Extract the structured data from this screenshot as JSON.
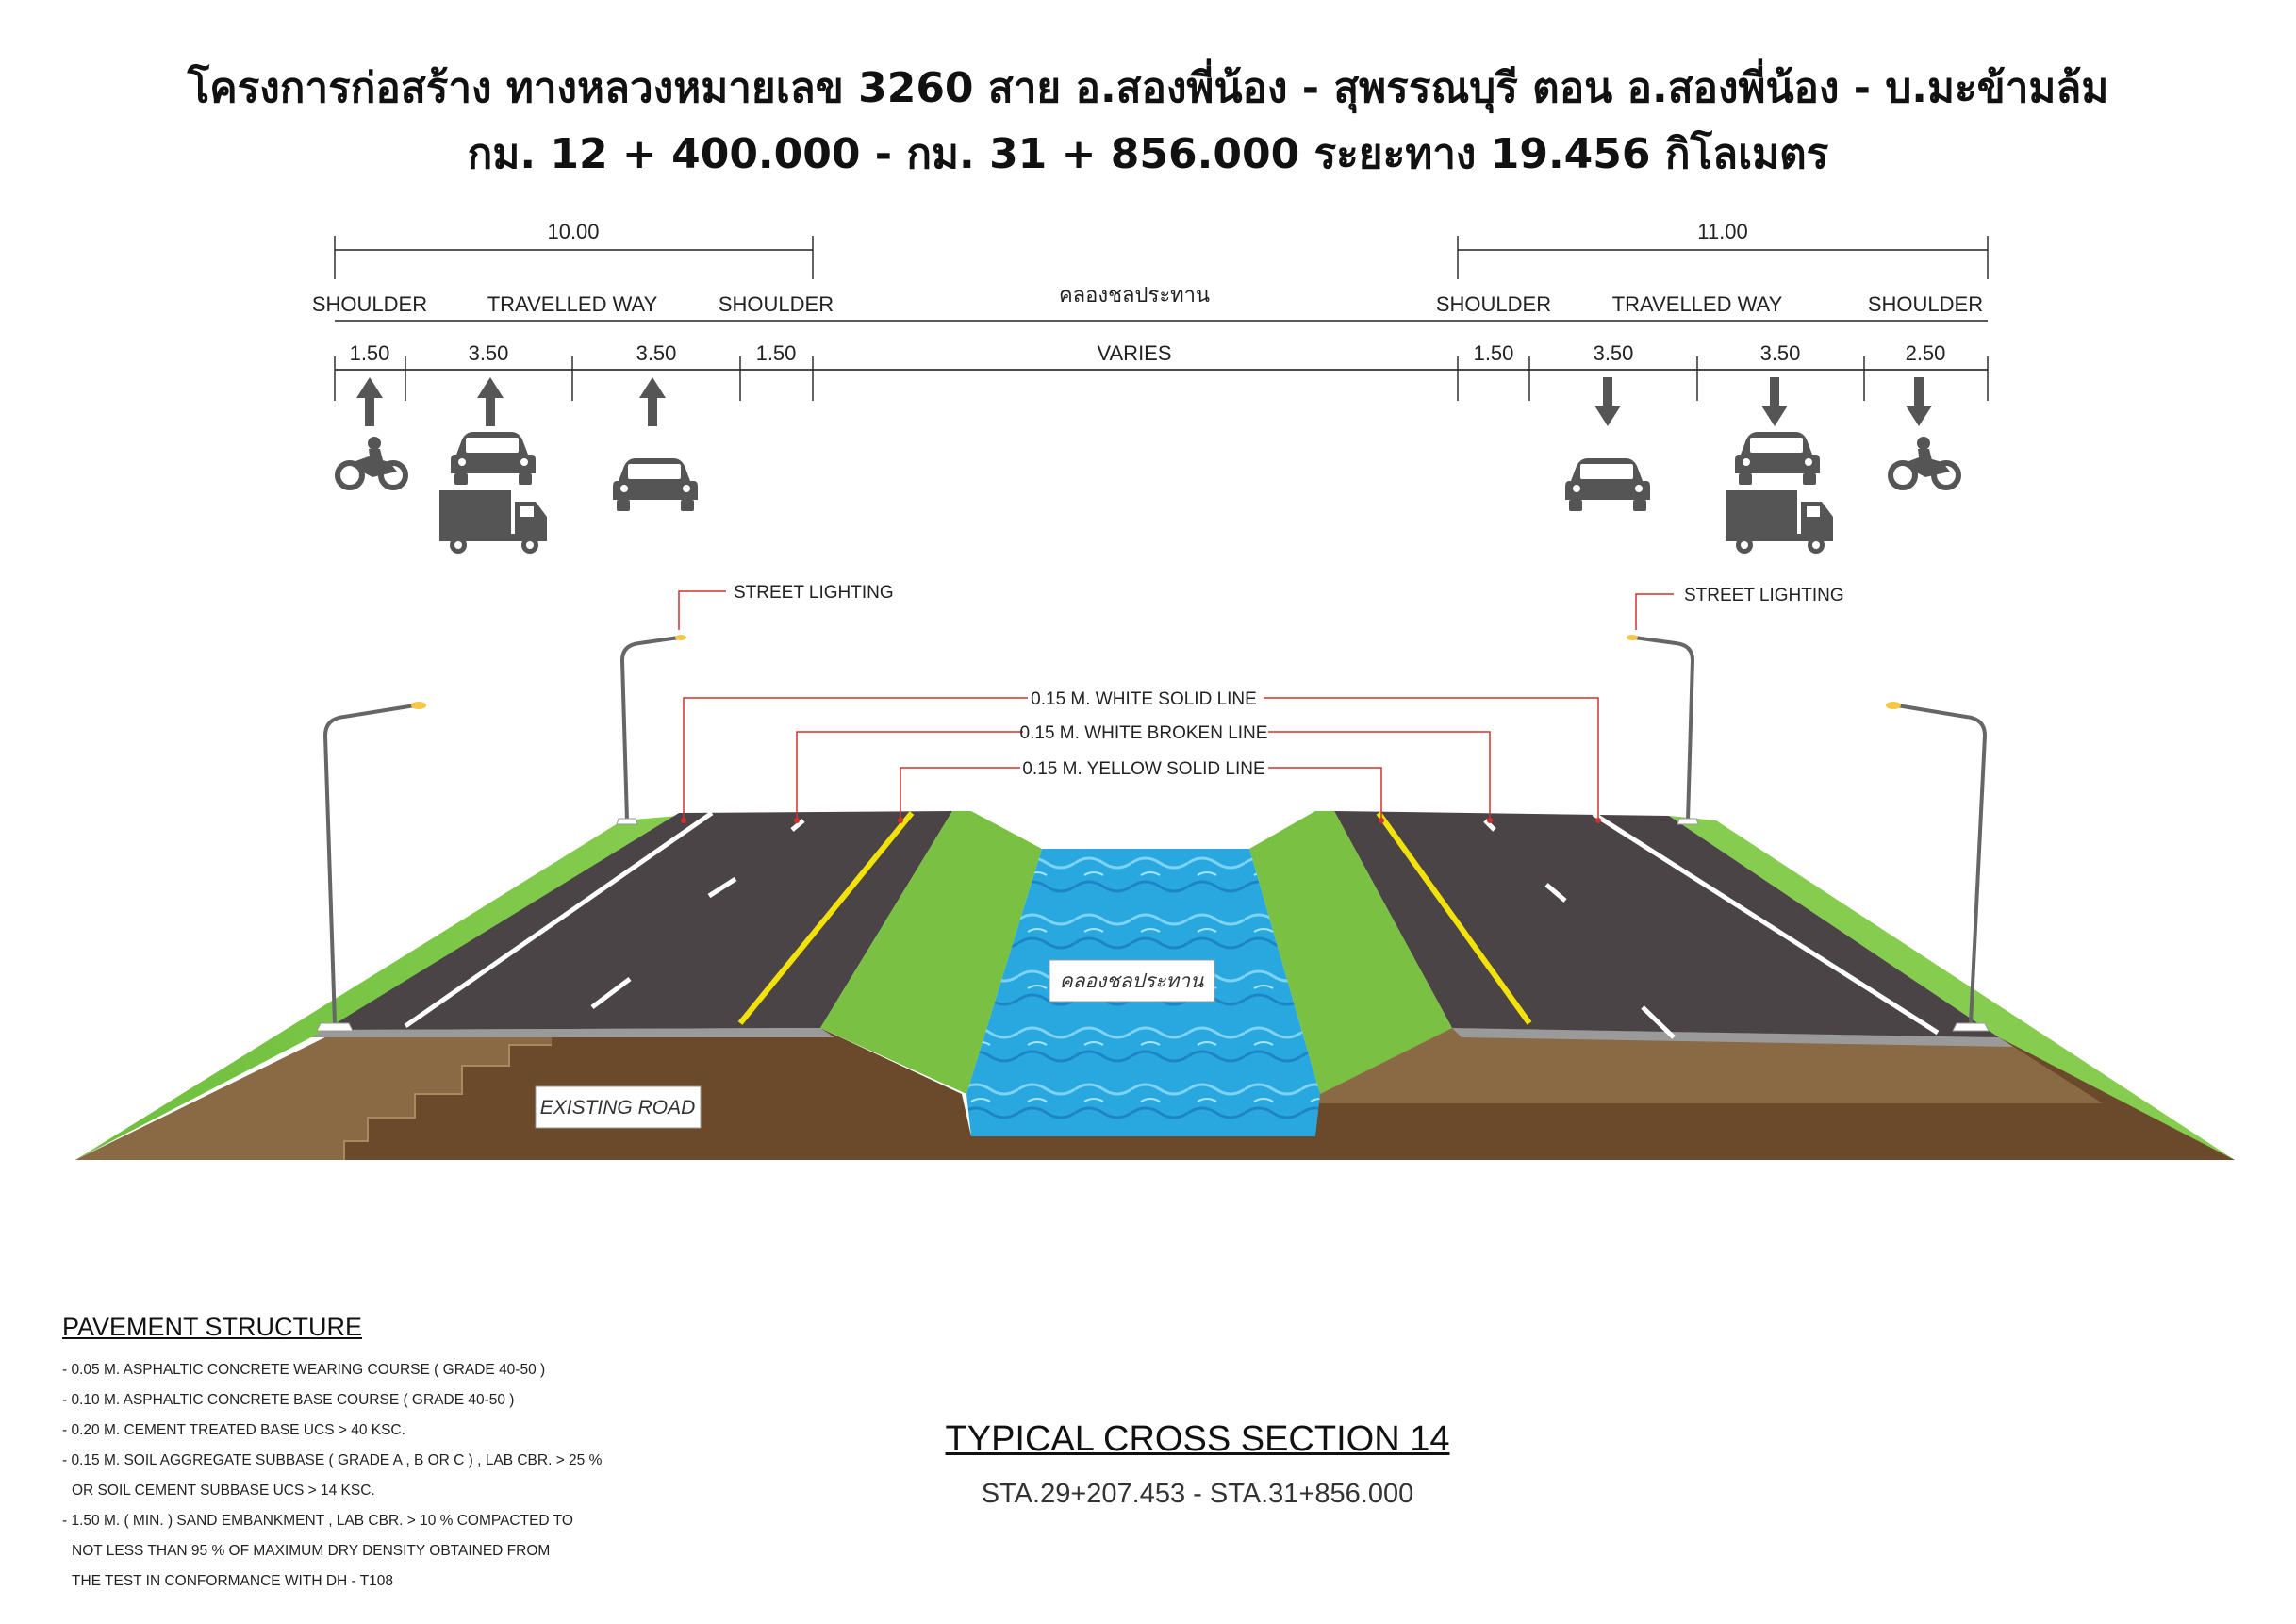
{
  "title": {
    "line1": "โครงการก่อสร้าง ทางหลวงหมายเลข 3260  สาย อ.สองพี่น้อง - สุพรรณบุรี ตอน อ.สองพี่น้อง - บ.มะข้ามล้ม",
    "line2": "กม. 12 + 400.000 - กม. 31 + 856.000 ระยะทาง 19.456 กิโลเมตร"
  },
  "dimensions": {
    "left_total": "10.00",
    "right_total": "11.00",
    "canal_label": "คลองชลประทาน",
    "left_labels": [
      "SHOULDER",
      "TRAVELLED WAY",
      "SHOULDER"
    ],
    "right_labels": [
      "SHOULDER",
      "TRAVELLED WAY",
      "SHOULDER"
    ],
    "left_widths": [
      "1.50",
      "3.50",
      "3.50",
      "1.50"
    ],
    "middle_width": "VARIES",
    "right_widths": [
      "1.50",
      "3.50",
      "3.50",
      "2.50"
    ]
  },
  "vehicles": {
    "left": [
      "motorcycle-icon",
      "car-icon",
      "truck-icon",
      "car-icon"
    ],
    "right": [
      "car-icon",
      "car-icon",
      "truck-icon",
      "motorcycle-icon"
    ]
  },
  "callouts": {
    "street_lighting_left": "STREET LIGHTING",
    "street_lighting_right": "STREET LIGHTING",
    "white_solid": "0.15 M. WHITE SOLID LINE",
    "white_broken": "0.15 M. WHITE BROKEN LINE",
    "yellow_solid": "0.15 M. YELLOW SOLID LINE",
    "canal": "คลองชลประทาน",
    "existing_road": "EXISTING ROAD"
  },
  "pavement": {
    "heading": "PAVEMENT STRUCTURE",
    "lines": [
      "- 0.05 M. ASPHALTIC CONCRETE WEARING COURSE ( GRADE 40-50 )",
      "- 0.10 M. ASPHALTIC CONCRETE BASE COURSE ( GRADE 40-50 )",
      "- 0.20 M. CEMENT TREATED BASE UCS > 40 KSC.",
      "- 0.15 M. SOIL AGGREGATE SUBBASE ( GRADE A , B OR C ) , LAB CBR. > 25 %",
      "  OR SOIL CEMENT SUBBASE UCS > 14 KSC.",
      "- 1.50 M. ( MIN. ) SAND EMBANKMENT , LAB CBR. > 10 % COMPACTED TO",
      "  NOT LESS THAN 95 % OF MAXIMUM DRY DENSITY OBTAINED FROM",
      "  THE TEST IN CONFORMANCE WITH DH - T108"
    ]
  },
  "section": {
    "title": "TYPICAL CROSS SECTION 14",
    "station": "STA.29+207.453 - STA.31+856.000"
  },
  "colors": {
    "grass": "#7ac143",
    "asphalt": "#4a4446",
    "water": "#29a8e0",
    "soil": "#6b4a2b",
    "callout_red": "#d0312d",
    "yellow_line": "#f2e20a"
  }
}
